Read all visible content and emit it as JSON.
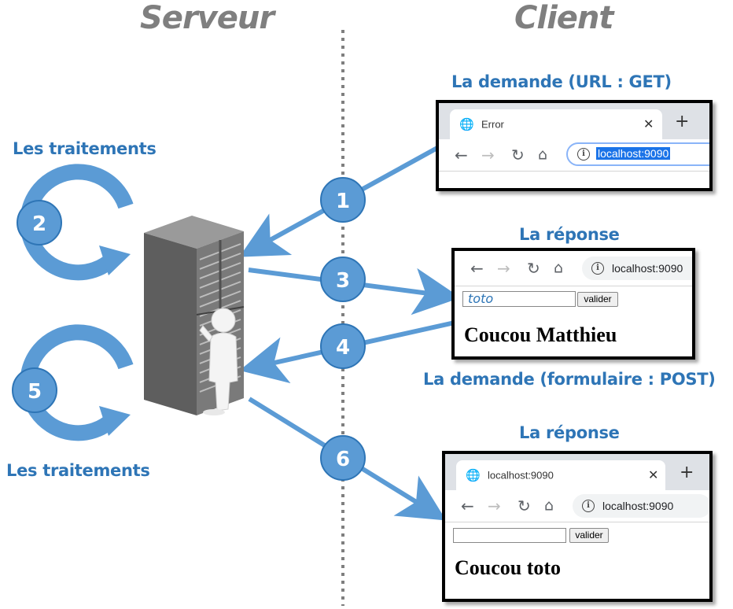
{
  "headings": {
    "server": "Serveur",
    "client": "Client"
  },
  "labels": {
    "request_get": "La demande (URL : GET)",
    "response_1": "La réponse",
    "request_post": "La demande (formulaire : POST)",
    "response_2": "La réponse",
    "processing_1": "Les traitements",
    "processing_2": "Les traitements"
  },
  "steps": [
    "1",
    "2",
    "3",
    "4",
    "5",
    "6"
  ],
  "browser1": {
    "tab_title": "Error",
    "tab_icon": "globe-icon",
    "url": "localhost:9090",
    "url_selected": true
  },
  "browser2": {
    "url": "localhost:9090",
    "input_value": "toto",
    "button": "valider",
    "output": "Coucou Matthieu"
  },
  "browser3": {
    "tab_title": "localhost:9090",
    "tab_icon": "globe-icon",
    "url": "localhost:9090",
    "input_value": "",
    "button": "valider",
    "output": "Coucou toto"
  },
  "icons": {
    "close": "close-icon",
    "new_tab": "plus-icon",
    "back": "arrow-left-icon",
    "forward": "arrow-right-icon",
    "reload": "reload-icon",
    "home": "home-icon",
    "info": "info-icon"
  },
  "colors": {
    "accent": "#2e75b6",
    "arrow": "#5b9bd5",
    "heading": "#7f7f7f",
    "divider": "#7f7f7f"
  }
}
